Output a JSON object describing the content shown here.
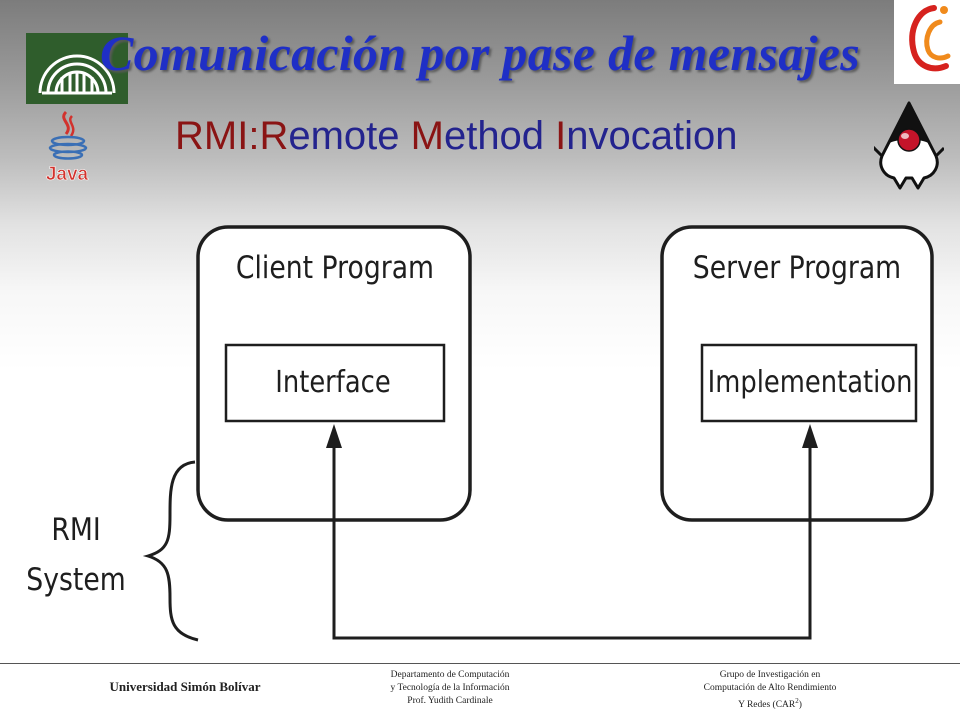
{
  "slide": {
    "title": "Comunicación por pase de mensajes",
    "subtitle": {
      "r1": "R",
      "r1b": "MI:",
      "r2": "R",
      "r2b": "emote ",
      "m": "M",
      "mb": "ethod ",
      "i": "I",
      "ib": "nvocation"
    }
  },
  "logos": {
    "java": "Java"
  },
  "diagram": {
    "client_box_label": "Client Program",
    "server_box_label": "Server Program",
    "client_inner_label": "Interface",
    "server_inner_label": "Implementation",
    "rmi_label_line1": "RMI",
    "rmi_label_line2": "System"
  },
  "footer": {
    "university": "Universidad Simón Bolívar",
    "dept_line1": "Departamento de Computación",
    "dept_line2": "y Tecnología de la Información",
    "dept_line3": "Prof. Yudith Cardinale",
    "group_line1": "Grupo de Investigación en",
    "group_line2": "Computación de Alto Rendimiento",
    "group_line3_pre": "Y Redes (CAR",
    "group_line3_sup": "2",
    "group_line3_post": ")"
  },
  "colors": {
    "title": "#1f2fc6",
    "subtitle_accent": "#8a1414",
    "subtitle_text": "#23238e",
    "usb_green": "#2f5d2c"
  }
}
